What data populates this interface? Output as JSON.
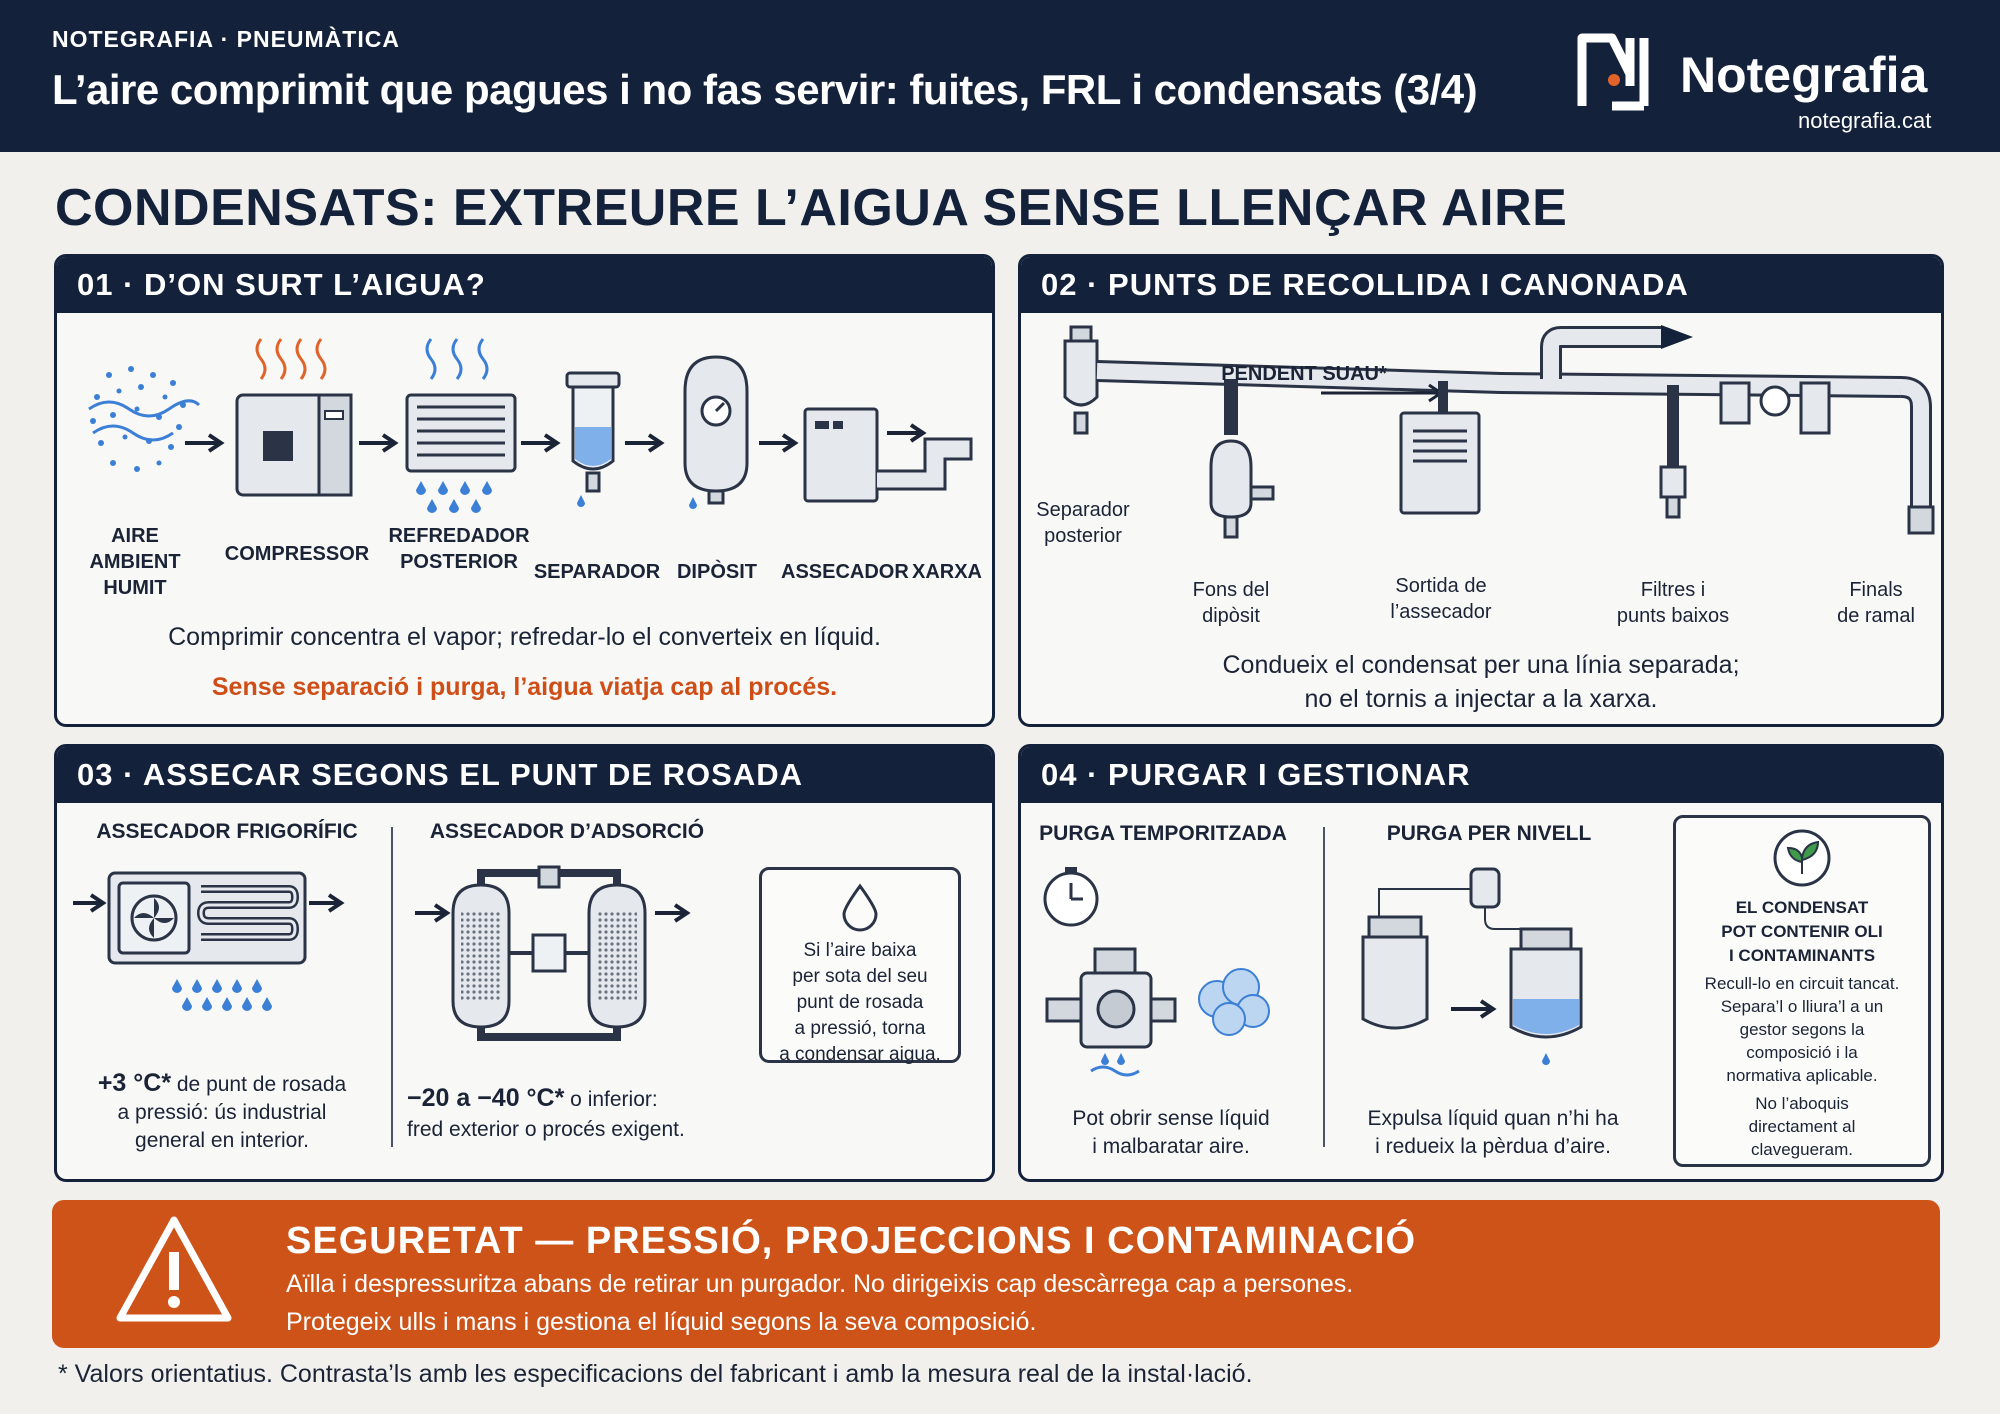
{
  "header": {
    "kicker": "NOTEGRAFIA · PNEUMÀTICA",
    "title": "L’aire comprimit que pagues i no fas servir: fuites, FRL i condensats (3/4)",
    "brand": "Notegrafia",
    "url": "notegrafia.cat"
  },
  "main_title": "CONDENSATS: EXTREURE L’AIGUA SENSE LLENÇAR AIRE",
  "panel1": {
    "title": "01 · D’ON SURT L’AIGUA?",
    "steps": {
      "air": "AIRE\nAMBIENT\nHUMIT",
      "compressor": "COMPRESSOR",
      "cooler": "REFREDADOR\nPOSTERIOR",
      "separator": "SEPARADOR",
      "tank": "DIPÒSIT",
      "dryer": "ASSECADOR",
      "network": "XARXA"
    },
    "caption": "Comprimir concentra el vapor; refredar-lo el converteix en líquid.",
    "warning": "Sense separació i purga, l’aigua viatja cap al procés."
  },
  "panel2": {
    "title": "02 · PUNTS DE RECOLLIDA I CANONADA",
    "slope": "PENDENT SUAU*",
    "points": {
      "rear_separator": "Separador\nposterior",
      "tank_bottom": "Fons del\ndipòsit",
      "dryer_outlet": "Sortida de\nl’assecador",
      "filters": "Filtres i\npunts baixos",
      "branch_ends": "Finals\nde ramal"
    },
    "caption1": "Condueix el condensat per una línia separada;",
    "caption2": "no el tornis a injectar a la xarxa."
  },
  "panel3": {
    "title": "03 · ASSECAR SEGONS EL PUNT DE ROSADA",
    "fridge_title": "ASSECADOR FRIGORÍFIC",
    "fridge_value": "+3 °C*",
    "fridge_text1": " de punt de rosada",
    "fridge_text2": "a pressió: ús industrial",
    "fridge_text3": "general en interior.",
    "ads_title": "ASSECADOR D’ADSORCIÓ",
    "ads_value": "−20 a −40 °C*",
    "ads_text1": " o inferior:",
    "ads_text2": "fred exterior o procés exigent.",
    "note": "Si l’aire baixa\nper sota del seu\npunt de rosada\na pressió, torna\na condensar aigua."
  },
  "panel4": {
    "title": "04 · PURGAR I GESTIONAR",
    "timed_title": "PURGA TEMPORITZADA",
    "timed_text": "Pot obrir sense líquid\ni malbaratar aire.",
    "level_title": "PURGA PER NIVELL",
    "level_text": "Expulsa líquid quan n’hi ha\ni redueix la pèrdua d’aire.",
    "env_title": "EL CONDENSAT\nPOT CONTENIR OLI\nI CONTAMINANTS",
    "env_text1": "Recull-lo en circuit tancat.\nSepara’l o lliura’l a un\ngestor segons la\ncomposició i la\nnormativa aplicable.",
    "env_text2": "No l’aboquis\ndirectament al\nclavegueram."
  },
  "safety": {
    "title": "SEGURETAT — PRESSIÓ, PROJECCIONS I CONTAMINACIÓ",
    "line1": "Aïlla i despressuritza abans de retirar un purgador. No dirigeixis cap descàrrega cap a persones.",
    "line2": "Protegeix ulls i mans i gestiona el líquid segons la seva composició."
  },
  "footnote": "* Valors orientatius. Contrasta’ls amb les especificacions del fabricant i amb la mesura real de la instal·lació.",
  "colors": {
    "navy": "#13213a",
    "orange": "#cd5318",
    "water": "#3b7fd6",
    "heat": "#e0642a"
  },
  "icons": [
    "notegrafia-logo",
    "warning-icon",
    "timer-icon",
    "leaf-icon",
    "drop-icon",
    "gauge-icon"
  ]
}
